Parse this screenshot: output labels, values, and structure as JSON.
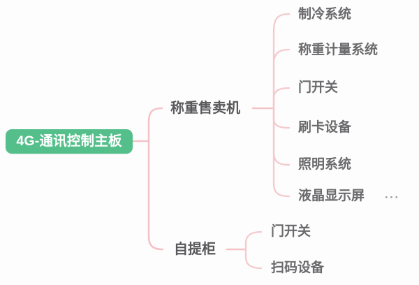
{
  "diagram": {
    "type": "mindmap",
    "title": "4G-通讯控制主板",
    "orientation": "left-to-right",
    "colors": {
      "root_fill": "#55bf8b",
      "root_text": "#ffffff",
      "connector": "#f3c3c8",
      "branch_text": "#59595b",
      "leaf_text": "#6a6a6c",
      "background": "#fdfdfd",
      "ellipsis_text": "#9c9c9e"
    },
    "root": {
      "label": "4G-通讯控制主板"
    },
    "branches": [
      {
        "label": "称重售卖机",
        "children": [
          {
            "label": "制冷系统"
          },
          {
            "label": "称重计量系统"
          },
          {
            "label": "门开关"
          },
          {
            "label": "刷卡设备"
          },
          {
            "label": "照明系统"
          },
          {
            "label": "液晶显示屏",
            "suffix": "···"
          }
        ]
      },
      {
        "label": "自提柜",
        "children": [
          {
            "label": "门开关"
          },
          {
            "label": "扫码设备"
          }
        ]
      }
    ]
  }
}
